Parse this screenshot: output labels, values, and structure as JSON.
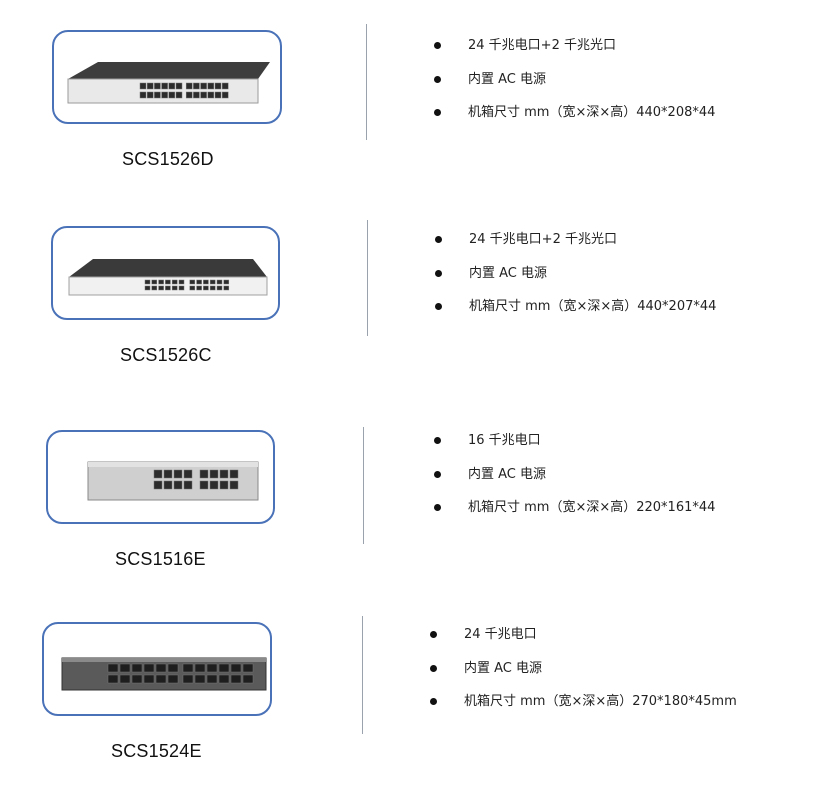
{
  "products": [
    {
      "model": "SCS1526D",
      "image_icon": "rack-switch-24-port-image",
      "specs": [
        "24 千兆电口+2 千兆光口",
        "内置 AC 电源",
        "机箱尺寸 mm（宽×深×高）440*208*44"
      ]
    },
    {
      "model": "SCS1526C",
      "image_icon": "rack-switch-24-port-image",
      "specs": [
        "24 千兆电口+2 千兆光口",
        "内置 AC 电源",
        "机箱尺寸 mm（宽×深×高）440*207*44"
      ]
    },
    {
      "model": "SCS1516E",
      "image_icon": "desktop-switch-16-port-image",
      "specs": [
        "16 千兆电口",
        "内置 AC 电源",
        "机箱尺寸 mm（宽×深×高）220*161*44"
      ]
    },
    {
      "model": "SCS1524E",
      "image_icon": "desktop-switch-24-port-image",
      "specs": [
        "24 千兆电口",
        "内置 AC 电源",
        "机箱尺寸 mm（宽×深×高）270*180*45mm"
      ]
    }
  ],
  "colors": {
    "frame_border": "#4a72b8",
    "divider": "#9aa3ad"
  }
}
